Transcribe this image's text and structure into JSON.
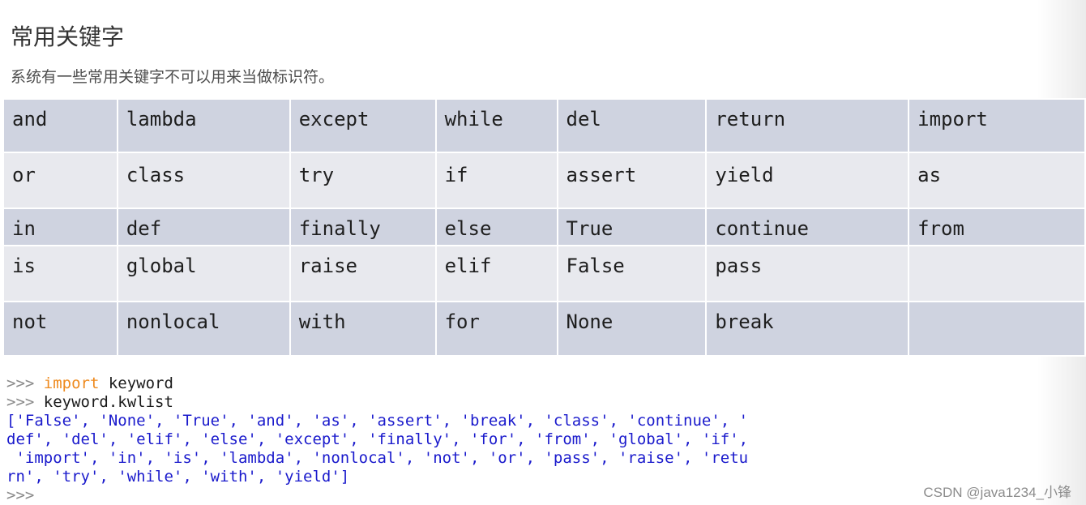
{
  "heading": "常用关键字",
  "description": "系统有一些常用关键字不可以用来当做标识符。",
  "keyword_table": [
    [
      "and",
      "lambda",
      "except",
      "while",
      "del",
      "return",
      "import"
    ],
    [
      "or",
      "class",
      "try",
      "if",
      "assert",
      "yield",
      "as"
    ],
    [
      "in",
      "def",
      "finally",
      "else",
      "True",
      "continue",
      "from"
    ],
    [
      "is",
      "global",
      "raise",
      "elif",
      "False",
      "pass",
      ""
    ],
    [
      "not",
      "nonlocal",
      "with",
      "for",
      "None",
      "break",
      ""
    ]
  ],
  "console": {
    "prompt": ">>>",
    "line1_keyword": "import",
    "line1_rest": " keyword",
    "line2": " keyword.kwlist",
    "output": [
      "['False', 'None', 'True', 'and', 'as', 'assert', 'break', 'class', 'continue', '",
      "def', 'del', 'elif', 'else', 'except', 'finally', 'for', 'from', 'global', 'if',",
      " 'import', 'in', 'is', 'lambda', 'nonlocal', 'not', 'or', 'pass', 'raise', 'retu",
      "rn', 'try', 'while', 'with', 'yield']"
    ]
  },
  "watermark": "CSDN @java1234_小锋"
}
